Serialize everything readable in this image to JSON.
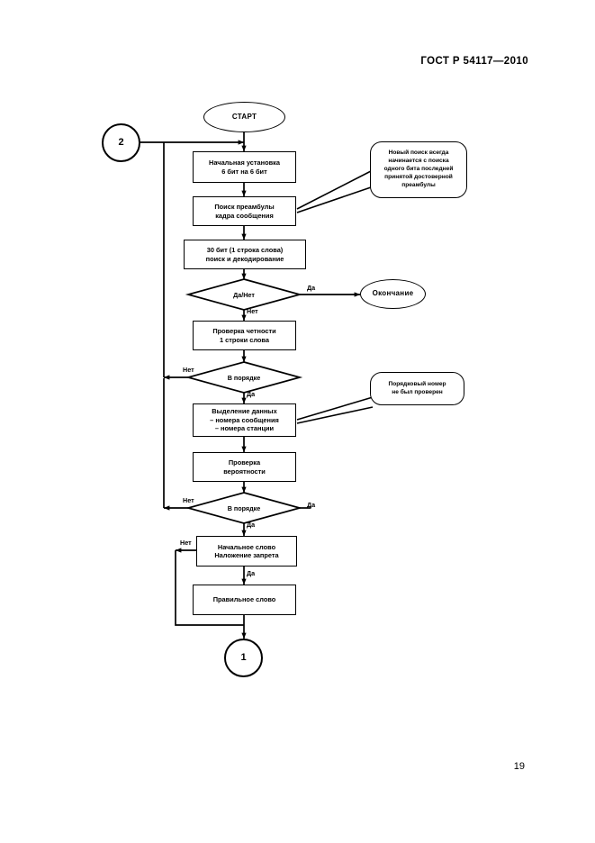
{
  "document": {
    "header": "ГОСТ Р 54117—2010",
    "page_number": "19"
  },
  "diagram": {
    "type": "flowchart",
    "title": "",
    "nodes": [
      {
        "id": "connector-2",
        "shape": "connector",
        "label": "2"
      },
      {
        "id": "start",
        "shape": "terminal",
        "label": "СТАРТ"
      },
      {
        "id": "init",
        "shape": "process",
        "label": "Начальная установка\n6 бит на 6 бит"
      },
      {
        "id": "search-preamble",
        "shape": "process",
        "label": "Поиск преамбулы\nкадра сообщения"
      },
      {
        "id": "decode-30bit",
        "shape": "process",
        "label": "30 бит (1 строка слова)\nпоиск и декодирование"
      },
      {
        "id": "decision-yesno",
        "shape": "decision",
        "label": "Да/Нет"
      },
      {
        "id": "end",
        "shape": "terminal",
        "label": "Окончание"
      },
      {
        "id": "parity-check",
        "shape": "process",
        "label": "Проверка четности\n1 строки слова"
      },
      {
        "id": "decision-ok-1",
        "shape": "decision",
        "label": "В порядке"
      },
      {
        "id": "extract-data",
        "shape": "process",
        "label": "Выделение данных\n– номера сообщения\n– номера станции"
      },
      {
        "id": "probability-check",
        "shape": "process",
        "label": "Проверка\nвероятности"
      },
      {
        "id": "decision-ok-2",
        "shape": "decision",
        "label": "В порядке"
      },
      {
        "id": "start-word-ban",
        "shape": "process",
        "label": "Начальное слово\nНаложение запрета"
      },
      {
        "id": "correct-word",
        "shape": "process",
        "label": "Правильное слово"
      },
      {
        "id": "connector-1",
        "shape": "connector",
        "label": "1"
      }
    ],
    "callouts": [
      {
        "id": "callout-new-search",
        "target": "search-preamble",
        "label": "Новый поиск всегда\nначинается с поиска\nодного бита последней\nпринятой достоверной\nпреамбулы"
      },
      {
        "id": "callout-seq-number",
        "target": "extract-data",
        "label": "Порядковый номер\nне был проверен"
      }
    ],
    "edge_labels": {
      "yesno_yes": "Да",
      "yesno_no": "Нет",
      "ok1_no": "Нет",
      "ok1_yes": "Да",
      "ok2_no": "Нет",
      "ok2_yes_right": "Да",
      "ok2_yes_down": "Да",
      "startword_no": "Нет",
      "startword_yes": "Да"
    },
    "colors": {
      "stroke": "#000000",
      "fill": "#ffffff",
      "text": "#000000"
    }
  }
}
